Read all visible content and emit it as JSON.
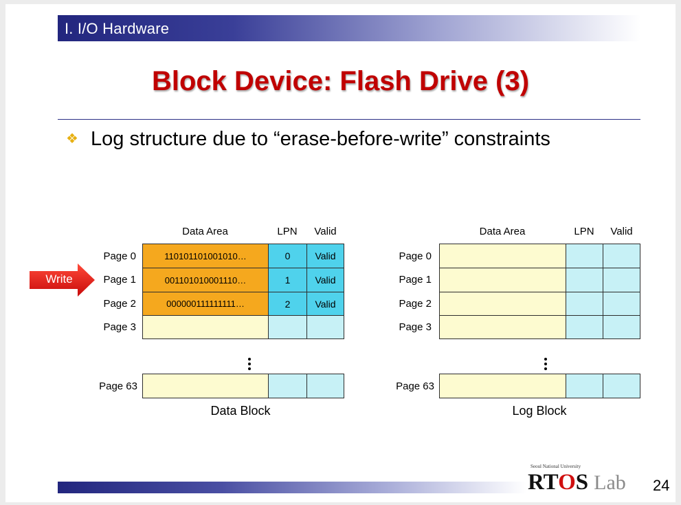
{
  "header": {
    "section": "I. I/O Hardware"
  },
  "title": "Block Device: Flash Drive (3)",
  "bullet": "Log structure due to “erase-before-write” constraints",
  "columns": {
    "data_area": "Data Area",
    "lpn": "LPN",
    "valid": "Valid"
  },
  "data_block": {
    "caption": "Data Block",
    "rows": [
      {
        "label": "Page 0",
        "data": "110101101001010…",
        "lpn": "0",
        "valid": "Valid"
      },
      {
        "label": "Page 1",
        "data": "001101010001110…",
        "lpn": "1",
        "valid": "Valid"
      },
      {
        "label": "Page 2",
        "data": "000000111111111…",
        "lpn": "2",
        "valid": "Valid"
      },
      {
        "label": "Page 3",
        "data": "",
        "lpn": "",
        "valid": ""
      }
    ],
    "last_row": {
      "label": "Page 63",
      "data": "",
      "lpn": "",
      "valid": ""
    }
  },
  "log_block": {
    "caption": "Log Block",
    "rows": [
      {
        "label": "Page 0"
      },
      {
        "label": "Page 1"
      },
      {
        "label": "Page 2"
      },
      {
        "label": "Page 3"
      }
    ],
    "last_row": {
      "label": "Page 63"
    }
  },
  "write_arrow": {
    "label": "Write",
    "color": "#e01414"
  },
  "footer": {
    "university": "Seoul National University",
    "logo_rt": "RT",
    "logo_o": "O",
    "logo_s": "S",
    "logo_lab": "Lab",
    "page_number": "24"
  },
  "colors": {
    "title": "#c00000",
    "header_bar": "#22267e",
    "data_filled": "#f5a81e",
    "data_empty": "#fdfbd0",
    "meta_filled": "#4fd2ec",
    "meta_empty": "#c7f1f6"
  }
}
